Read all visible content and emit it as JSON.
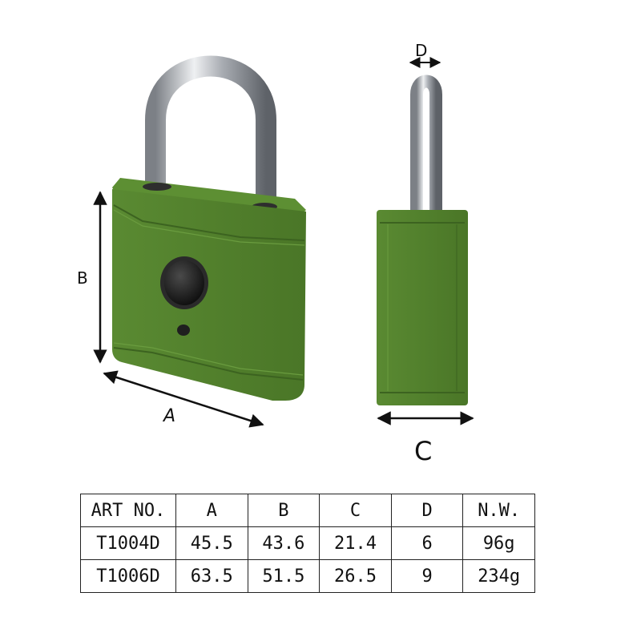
{
  "labels": {
    "dim_a": "A",
    "dim_b": "B",
    "dim_c": "C",
    "dim_d": "D"
  },
  "colors": {
    "body_green": "#4f7d2c",
    "body_green_dark": "#3f6822",
    "shackle_steel": "#b8bcc2",
    "sensor_black": "#1a1a1a"
  },
  "table": {
    "headers": [
      "ART NO.",
      "A",
      "B",
      "C",
      "D",
      "N.W."
    ],
    "rows": [
      [
        "T1004D",
        "45.5",
        "43.6",
        "21.4",
        "6",
        "96g"
      ],
      [
        "T1006D",
        "63.5",
        "51.5",
        "26.5",
        "9",
        "234g"
      ]
    ]
  }
}
